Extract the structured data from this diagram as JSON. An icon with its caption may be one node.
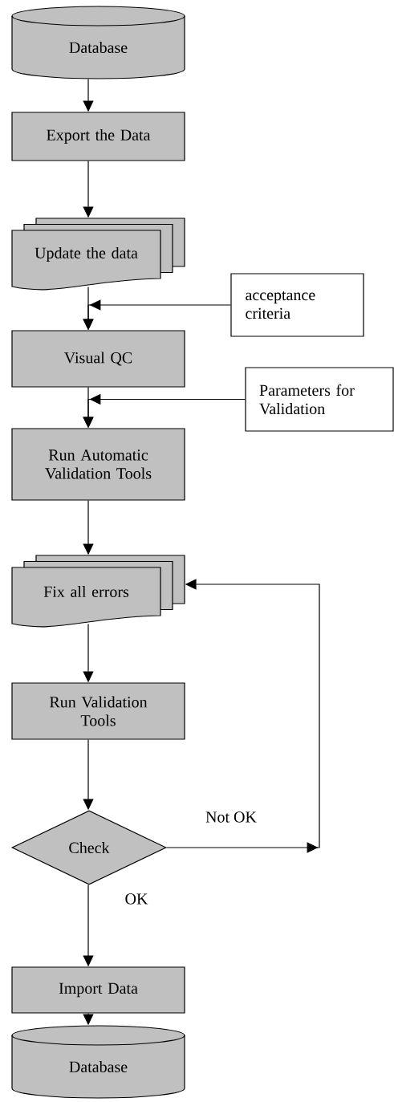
{
  "diagram": {
    "nodes": [
      {
        "text": [
          "Database"
        ]
      },
      {
        "text": [
          "Export the Data"
        ]
      },
      {
        "text": [
          "Update the data"
        ]
      },
      {
        "text": [
          "acceptance criteria"
        ]
      },
      {
        "text": [
          "Visual QC"
        ]
      },
      {
        "text": [
          "Parameters for Validation"
        ]
      },
      {
        "text": [
          "Run Automatic Validation Tools"
        ]
      },
      {
        "text": [
          "Fix all errors"
        ]
      },
      {
        "text": [
          "Run Validation Tools"
        ]
      },
      {
        "text": [
          "Check"
        ]
      },
      {
        "text": [
          "Import Data"
        ]
      },
      {
        "text": [
          "Database"
        ]
      }
    ],
    "edges": [
      {
        "from": 0,
        "to": 1,
        "arrow": "to"
      },
      {
        "from": 1,
        "to": 2,
        "arrow": "to"
      },
      {
        "from": 2,
        "to": 4,
        "arrow": "to"
      },
      {
        "from": 3,
        "to": 4,
        "arrow": "to"
      },
      {
        "from": 4,
        "to": 6,
        "arrow": "to"
      },
      {
        "from": 5,
        "to": 6,
        "arrow": "to"
      },
      {
        "from": 6,
        "to": 7,
        "arrow": "to"
      },
      {
        "from": 7,
        "to": 8,
        "arrow": "to"
      },
      {
        "from": 8,
        "to": 9,
        "arrow": "to"
      },
      {
        "from": 9,
        "to": 7,
        "arrow": "to",
        "label": "Not OK"
      },
      {
        "from": 9,
        "to": 10,
        "arrow": "to",
        "label": "OK"
      },
      {
        "from": 10,
        "to": 11,
        "arrow": "to"
      }
    ]
  }
}
